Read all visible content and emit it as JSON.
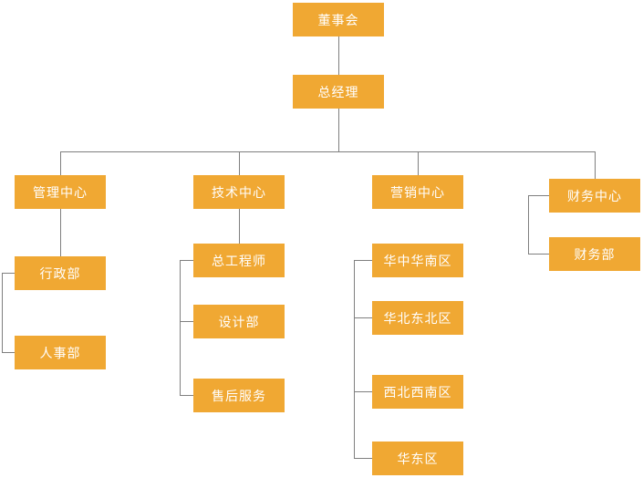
{
  "colors": {
    "node_fill": "#F0A833",
    "node_text": "#FFFFFF",
    "connector": "#7F7F7F",
    "background": "#FFFFFF"
  },
  "org": {
    "board": {
      "label": "董事会"
    },
    "general_manager": {
      "label": "总经理"
    },
    "branches": [
      {
        "label": "管理中心",
        "children": [
          {
            "label": "行政部"
          },
          {
            "label": "人事部"
          }
        ]
      },
      {
        "label": "技术中心",
        "children": [
          {
            "label": "总工程师"
          },
          {
            "label": "设计部"
          },
          {
            "label": "售后服务"
          }
        ]
      },
      {
        "label": "营销中心",
        "children": [
          {
            "label": "华中华南区"
          },
          {
            "label": "华北东北区"
          },
          {
            "label": "西北西南区"
          },
          {
            "label": "华东区"
          }
        ]
      },
      {
        "label": "财务中心",
        "children": [
          {
            "label": "财务部"
          }
        ]
      }
    ]
  }
}
